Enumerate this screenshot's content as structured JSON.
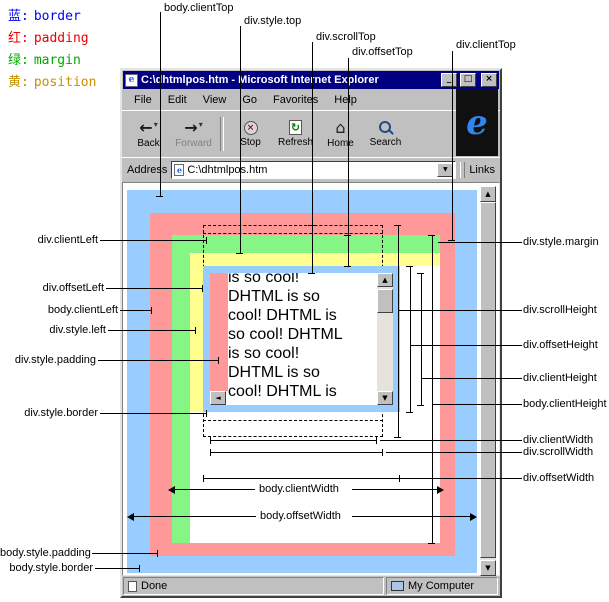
{
  "legend": {
    "items": [
      {
        "key": "蓝:",
        "label": "border"
      },
      {
        "key": "红:",
        "label": "padding"
      },
      {
        "key": "绿:",
        "label": "margin"
      },
      {
        "key": "黄:",
        "label": "position"
      }
    ]
  },
  "colors": {
    "title_bar": "#000080",
    "chrome_gray": "#c0c0c0",
    "border_blue": "#99ccff",
    "padding_red": "#ff9898",
    "margin_green": "#85f585",
    "position_yellow": "#ffff90"
  },
  "window": {
    "title": "C:\\dhtmlpos.htm - Microsoft Internet Explorer",
    "menu": {
      "items": [
        "File",
        "Edit",
        "View",
        "Go",
        "Favorites",
        "Help"
      ]
    },
    "toolbar": {
      "back": "Back",
      "forward": "Forward",
      "stop": "Stop",
      "refresh": "Refresh",
      "home": "Home",
      "search": "Search"
    },
    "address": {
      "label": "Address",
      "value": "C:\\dhtmlpos.htm",
      "links": "Links"
    },
    "status": {
      "left": "Done",
      "right": "My Computer"
    }
  },
  "icons": {
    "back_arrow": "←",
    "forward_arrow": "→",
    "stop_glyph": "×",
    "refresh_glyph": "↻",
    "home_glyph": "⌂",
    "caret_down": "▾",
    "dropdown_arrow": "▼",
    "scroll_up": "▲",
    "scroll_down": "▼",
    "scroll_left": "◄",
    "minimize": "_",
    "maximize": "□",
    "close": "×",
    "logo": "e"
  },
  "content": {
    "div_text": "is so cool!\nDHTML is so\ncool! DHTML is\nso cool! DHTML\nis so cool!\nDHTML is so\ncool! DHTML is"
  },
  "callouts": {
    "top": [
      "body.clientTop",
      "div.style.top",
      "div.scrollTop",
      "div.offsetTop",
      "div.clientTop"
    ],
    "left": [
      "div.clientLeft",
      "div.offsetLeft",
      "body.clientLeft",
      "div.style.left",
      "div.style.padding",
      "div.style.border",
      "body.style.padding",
      "body.style.border"
    ],
    "right": [
      "div.style.margin",
      "div.scrollHeight",
      "div.offsetHeight",
      "div.clientHeight",
      "body.clientHeight",
      "div.clientWidth",
      "div.scrollWidth",
      "div.offsetWidth"
    ],
    "bottom": [
      "body.clientWidth",
      "body.offsetWidth"
    ]
  }
}
